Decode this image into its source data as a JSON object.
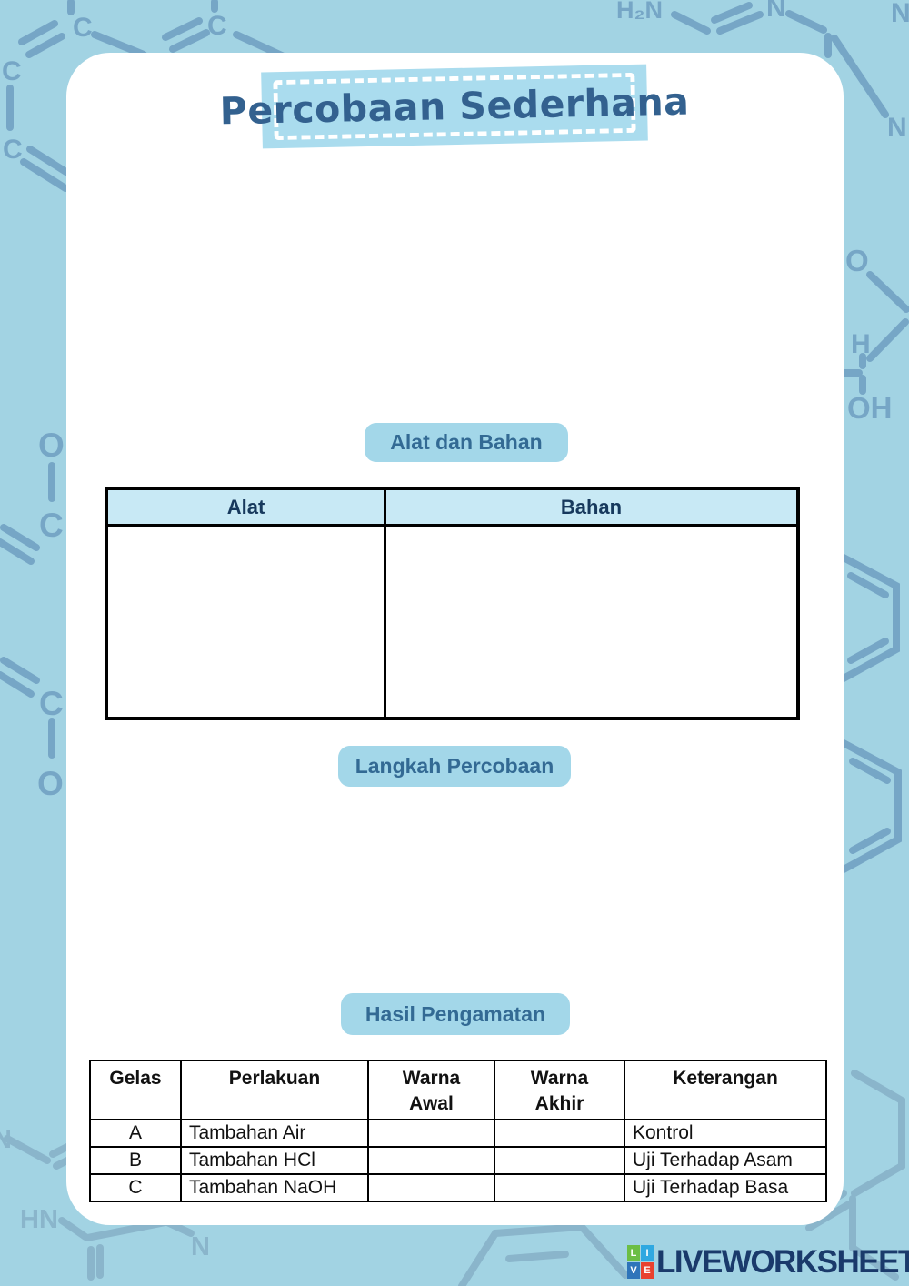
{
  "page": {
    "title": "Percobaan Sederhana"
  },
  "sections": {
    "alat_bahan_label": "Alat dan Bahan",
    "langkah_label": "Langkah Percobaan",
    "hasil_label": "Hasil Pengamatan"
  },
  "tables": {
    "alat_bahan": {
      "headers": [
        "Alat",
        "Bahan"
      ],
      "rows": [
        [
          "",
          ""
        ]
      ]
    },
    "hasil": {
      "headers": [
        "Gelas",
        "Perlakuan",
        "Warna\nAwal",
        "Warna\nAkhir",
        "Keterangan"
      ],
      "rows": [
        [
          "A",
          "Tambahan Air",
          "",
          "",
          "Kontrol"
        ],
        [
          "B",
          "Tambahan HCl",
          "",
          "",
          "Uji Terhadap Asam"
        ],
        [
          "C",
          "Tambahan NaOH",
          "",
          "",
          "Uji Terhadap Basa"
        ]
      ]
    }
  },
  "brand": {
    "name": "LIVEWORKSHEETS",
    "tiles": [
      {
        "letter": "L",
        "color": "#6cbe45"
      },
      {
        "letter": "I",
        "color": "#2fa8e1"
      },
      {
        "letter": "V",
        "color": "#2e74ba"
      },
      {
        "letter": "E",
        "color": "#e9412e"
      }
    ],
    "text_color": "#1a3a6b"
  },
  "colors": {
    "background": "#a2d3e3",
    "card": "#ffffff",
    "title_box": "#aadcee",
    "pill": "#a3d7e9",
    "accent_text": "#336a94",
    "table_header_fill": "#c8e9f5",
    "chem_line": "#76a6c6",
    "chem_line_light": "#8ab5cb"
  },
  "decorations": {
    "chem_labels": {
      "c1": "C",
      "c2": "C",
      "c3": "C",
      "c4": "C",
      "h2n": "H₂N",
      "n1": "N",
      "n2": "N",
      "n3": "N",
      "n4": "N",
      "n5": "N",
      "o1": "O",
      "o2": "O",
      "o3": "O",
      "o4": "O",
      "h1": "H",
      "oh": "OH",
      "hn": "HN"
    }
  }
}
